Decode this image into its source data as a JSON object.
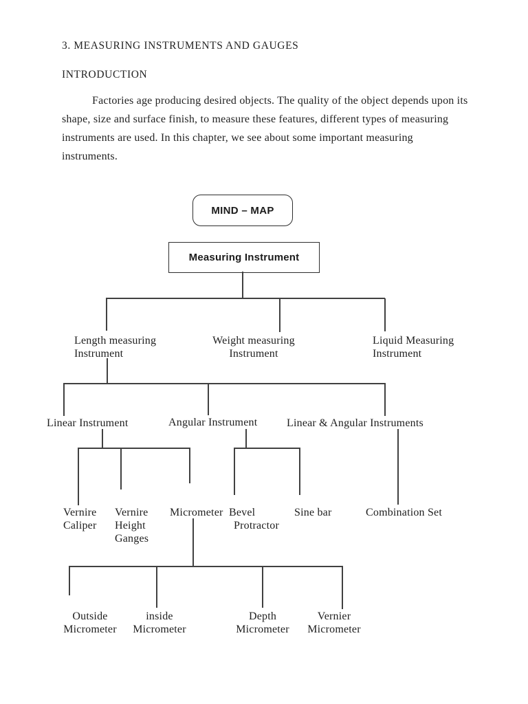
{
  "page": {
    "heading": "3. MEASURING INSTRUMENTS AND GAUGES",
    "subheading": "INTRODUCTION",
    "paragraph": "Factories age producing desired objects. The quality of the object depends upon its shape, size and surface finish, to measure these features, different types of measuring instruments are used. In this chapter, we see about some important measuring instruments."
  },
  "mindmap": {
    "title": "MIND – MAP",
    "root": "Measuring Instrument",
    "level1": {
      "length": {
        "line1": "Length measuring",
        "line2": "Instrument"
      },
      "weight": {
        "line1": "Weight measuring",
        "line2": "Instrument"
      },
      "liquid": {
        "line1": "Liquid Measuring",
        "line2": "Instrument"
      }
    },
    "level2": {
      "linear": "Linear Instrument",
      "angular": "Angular Instrument",
      "linear_angular": "Linear & Angular Instruments"
    },
    "level3": {
      "vernire_caliper": {
        "line1": "Vernire",
        "line2": "Caliper"
      },
      "vernire_height": {
        "line1": "Vernire",
        "line2": "Height",
        "line3": "Ganges"
      },
      "micrometer": "Micrometer",
      "bevel": {
        "line1": "Bevel",
        "line2": "Protractor"
      },
      "sine_bar": "Sine bar",
      "combination": "Combination Set"
    },
    "level4": {
      "outside": {
        "line1": "Outside",
        "line2": "Micrometer"
      },
      "inside": {
        "line1": "inside",
        "line2": "Micrometer"
      },
      "depth": {
        "line1": "Depth",
        "line2": "Micrometer"
      },
      "vernier": {
        "line1": "Vernier",
        "line2": "Micrometer"
      }
    }
  }
}
